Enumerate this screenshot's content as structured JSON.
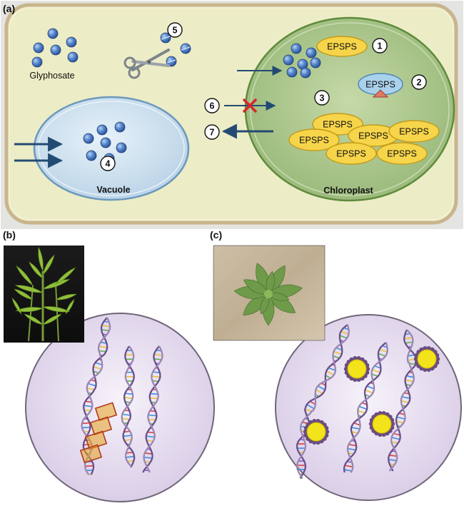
{
  "panels": {
    "a": {
      "label": "(a)",
      "glyphosate_label": "Glyphosate",
      "vacuole_label": "Vacuole",
      "chloroplast_label": "Chloroplast",
      "enzyme_label": "EPSPS",
      "steps": [
        "1",
        "2",
        "3",
        "4",
        "5",
        "6",
        "7"
      ]
    },
    "b": {
      "label": "(b)"
    },
    "c": {
      "label": "(c)"
    }
  },
  "colors": {
    "cell_fill": "#ecedc6",
    "cell_border": "#c9b58d",
    "chloroplast_fill": "#a9c48a",
    "vacuole_fill": "#cfe1ee",
    "epsps_fill": "#f7d54a",
    "epsps_blue": "#a9d1ec",
    "molecule": "#4f7ec5",
    "arrow": "#234a73",
    "block_x": "#d6262b",
    "nucleus_fill": "#e6def0",
    "amplicon": "#e8a321",
    "transposon_core": "#f2e31a",
    "transposon_ring": "#6a4c82"
  }
}
